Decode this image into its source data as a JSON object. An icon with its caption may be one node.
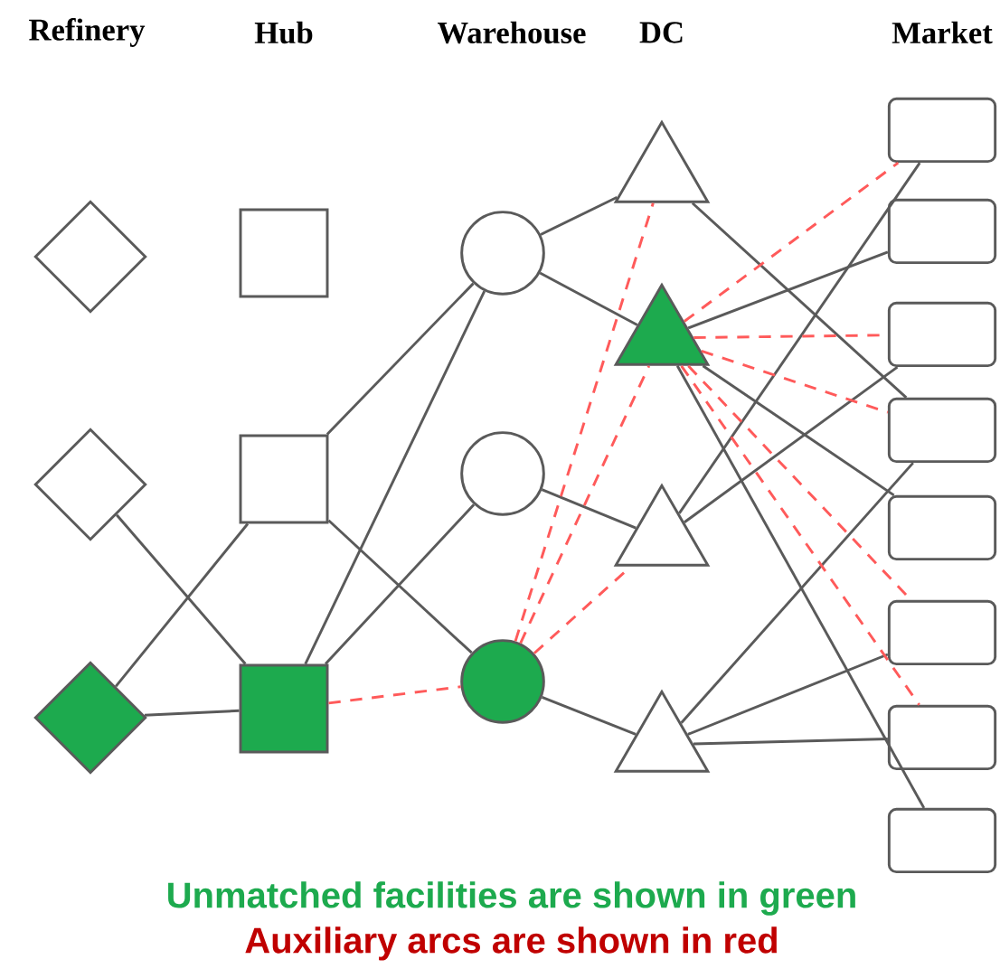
{
  "diagram": {
    "nodes": [
      {
        "text": [],
        "shape": "diamond"
      },
      {
        "text": [],
        "shape": "diamond"
      },
      {
        "text": [],
        "shape": "diamond"
      },
      {
        "text": [],
        "shape": "box"
      },
      {
        "text": [],
        "shape": "box"
      },
      {
        "text": [],
        "shape": "box"
      },
      {
        "text": [],
        "shape": "circle"
      },
      {
        "text": [],
        "shape": "circle"
      },
      {
        "text": [],
        "shape": "circle"
      },
      {
        "text": [],
        "shape": "triangle"
      },
      {
        "text": [],
        "shape": "triangle"
      },
      {
        "text": [],
        "shape": "triangle"
      },
      {
        "text": [],
        "shape": "triangle"
      },
      {
        "text": [],
        "shape": "box"
      },
      {
        "text": [],
        "shape": "box"
      },
      {
        "text": [],
        "shape": "box"
      },
      {
        "text": [],
        "shape": "box"
      },
      {
        "text": [],
        "shape": "box"
      },
      {
        "text": [],
        "shape": "box"
      },
      {
        "text": [],
        "shape": "box"
      },
      {
        "text": [],
        "shape": "box"
      }
    ],
    "edges": [
      {
        "from": 1,
        "to": 5,
        "arrow": "none"
      },
      {
        "from": 2,
        "to": 4,
        "arrow": "none"
      },
      {
        "from": 2,
        "to": 5,
        "arrow": "none"
      },
      {
        "from": 4,
        "to": 6,
        "arrow": "none"
      },
      {
        "from": 4,
        "to": 8,
        "arrow": "none"
      },
      {
        "from": 5,
        "to": 6,
        "arrow": "none"
      },
      {
        "from": 5,
        "to": 7,
        "arrow": "none"
      },
      {
        "from": 5,
        "to": 8,
        "arrow": "none",
        "style": "dashed",
        "color": "#ff5a5a"
      },
      {
        "from": 6,
        "to": 9,
        "arrow": "none"
      },
      {
        "from": 6,
        "to": 10,
        "arrow": "none"
      },
      {
        "from": 7,
        "to": 11,
        "arrow": "none"
      },
      {
        "from": 8,
        "to": 12,
        "arrow": "none"
      },
      {
        "from": 8,
        "to": 9,
        "arrow": "none",
        "style": "dashed",
        "color": "#ff5a5a"
      },
      {
        "from": 8,
        "to": 10,
        "arrow": "none",
        "style": "dashed",
        "color": "#ff5a5a"
      },
      {
        "from": 8,
        "to": 11,
        "arrow": "none",
        "style": "dashed",
        "color": "#ff5a5a"
      },
      {
        "from": 9,
        "to": 16,
        "arrow": "none"
      },
      {
        "from": 10,
        "to": 14,
        "arrow": "none"
      },
      {
        "from": 10,
        "to": 17,
        "arrow": "none"
      },
      {
        "from": 10,
        "to": 20,
        "arrow": "none"
      },
      {
        "from": 11,
        "to": 13,
        "arrow": "none"
      },
      {
        "from": 11,
        "to": 15,
        "arrow": "none"
      },
      {
        "from": 12,
        "to": 16,
        "arrow": "none"
      },
      {
        "from": 12,
        "to": 18,
        "arrow": "none"
      },
      {
        "from": 12,
        "to": 19,
        "arrow": "none"
      },
      {
        "from": 10,
        "to": 13,
        "arrow": "none",
        "style": "dashed",
        "color": "#ff5a5a"
      },
      {
        "from": 10,
        "to": 15,
        "arrow": "none",
        "style": "dashed",
        "color": "#ff5a5a"
      },
      {
        "from": 10,
        "to": 16,
        "arrow": "none",
        "style": "dashed",
        "color": "#ff5a5a"
      },
      {
        "from": 10,
        "to": 18,
        "arrow": "none",
        "style": "dashed",
        "color": "#ff5a5a"
      },
      {
        "from": 10,
        "to": 19,
        "arrow": "none",
        "style": "dashed",
        "color": "#ff5a5a"
      }
    ],
    "labels": [
      "Refinery",
      "Hub",
      "Warehouse",
      "DC",
      "Market",
      "Unmatched facilities are shown in green",
      "Auxiliary arcs are shown in red"
    ]
  }
}
